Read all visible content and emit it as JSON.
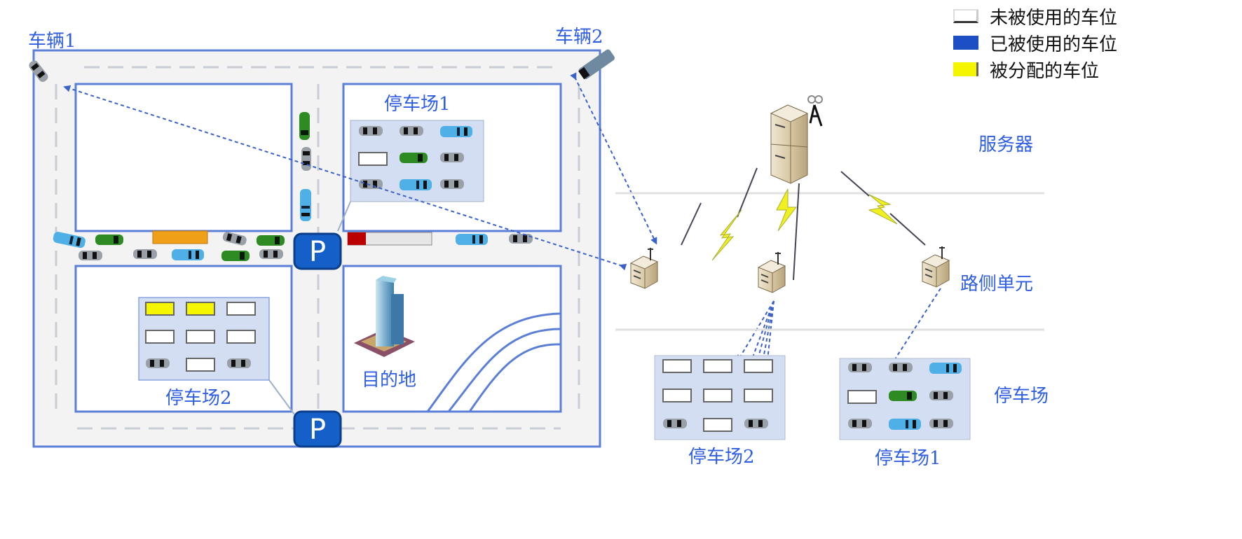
{
  "legend": {
    "items": [
      {
        "label": "未被使用的车位",
        "type": "empty",
        "color": "#ffffff"
      },
      {
        "label": "已被使用的车位",
        "type": "used",
        "color": "#1d4fc4"
      },
      {
        "label": "被分配的车位",
        "type": "assigned",
        "color": "#f5f500"
      }
    ]
  },
  "map": {
    "vehicle1_label": "车辆1",
    "vehicle2_label": "车辆2",
    "parking_lot_1_label": "停车场1",
    "parking_lot_2_label": "停车场2",
    "destination_label": "目的地",
    "parking_sign_text": "P",
    "parking_lot_1_spots": [
      "gray-car",
      "gray-car",
      "blue-car",
      "empty",
      "green-car",
      "gray-car",
      "gray-car",
      "blue-car",
      "gray-car"
    ],
    "parking_lot_2_spots": [
      "assigned",
      "assigned",
      "empty",
      "empty",
      "empty",
      "empty",
      "gray-car",
      "empty",
      "gray-car"
    ]
  },
  "network": {
    "server_label": "服务器",
    "rsu_label": "路侧单元",
    "parking_layer_label": "停车场",
    "bottom_lot_2_label": "停车场2",
    "bottom_lot_1_label": "停车场1",
    "bottom_lot_2_spots": [
      "empty",
      "empty",
      "empty",
      "empty",
      "empty",
      "empty",
      "gray-car",
      "empty",
      "gray-car"
    ],
    "bottom_lot_1_spots": [
      "gray-car",
      "gray-car",
      "blue-car",
      "empty",
      "green-car",
      "gray-car",
      "gray-car",
      "blue-car",
      "gray-car"
    ]
  },
  "colors": {
    "label_blue": "#2f5fe0",
    "road_border": "#5b7fd6",
    "parking_sign": "#1560c8",
    "lightning": "#f0f020",
    "lot_bg": "#d4def2"
  }
}
